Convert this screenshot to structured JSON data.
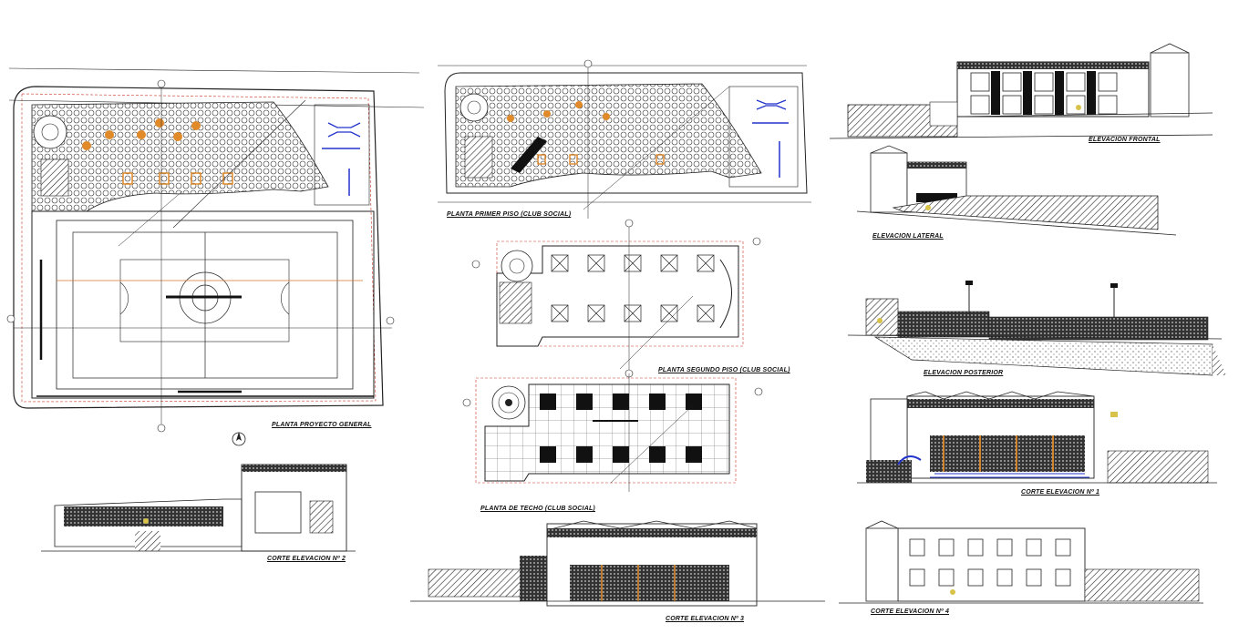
{
  "labels": {
    "plan_general": "PLANTA PROYECTO GENERAL",
    "plan_first": "PLANTA PRIMER PISO (CLUB SOCIAL)",
    "plan_second": "PLANTA SEGUNDO PISO (CLUB SOCIAL)",
    "plan_roof": "PLANTA DE TECHO (CLUB SOCIAL)",
    "elev_front": "ELEVACION FRONTAL",
    "elev_side": "ELEVACION LATERAL",
    "elev_rear": "ELEVACION POSTERIOR",
    "section_1": "CORTE ELEVACION Nº 1",
    "section_2": "CORTE ELEVACION Nº 2",
    "section_3": "CORTE ELEVACION Nº 3",
    "section_4": "CORTE ELEVACION Nº 4"
  },
  "colors": {
    "line": "#222222",
    "red_dim": "#cc3322",
    "orange": "#e08a2a",
    "blue": "#2233cc",
    "yellow": "#d8c24a",
    "field_axis": "#d9752b"
  },
  "icons": {
    "north": "north-arrow-icon"
  }
}
